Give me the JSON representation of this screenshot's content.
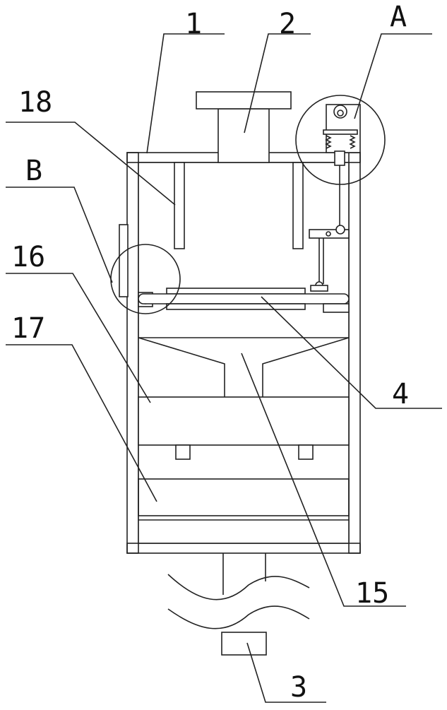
{
  "labels": {
    "l1": "1",
    "l2": "2",
    "lA": "A",
    "l18": "18",
    "lB": "B",
    "l16": "16",
    "l17": "17",
    "l4": "4",
    "l15": "15",
    "l3": "3"
  },
  "colors": {
    "stroke": "#222222",
    "background": "#ffffff"
  }
}
